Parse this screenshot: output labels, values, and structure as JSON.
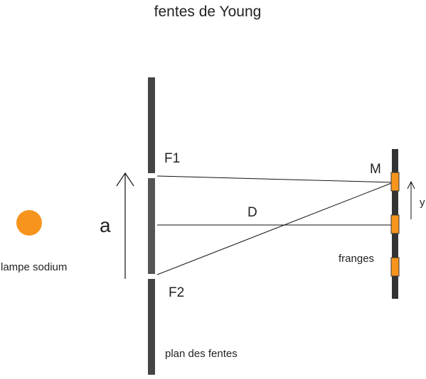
{
  "title": "fentes de Young",
  "labels": {
    "slit_top": "F1",
    "slit_bottom": "F2",
    "point": "M",
    "distance": "D",
    "separation": "a",
    "screen_axis": "y",
    "fringes": "franges",
    "source": "lampe sodium",
    "slit_plane": "plan des fentes"
  },
  "colors": {
    "source": "#F7941D",
    "fringe": "#F7941D",
    "screen": "#333333",
    "slit_plate": "#444444",
    "middle_plate": "#555555",
    "lines": "#111111"
  }
}
